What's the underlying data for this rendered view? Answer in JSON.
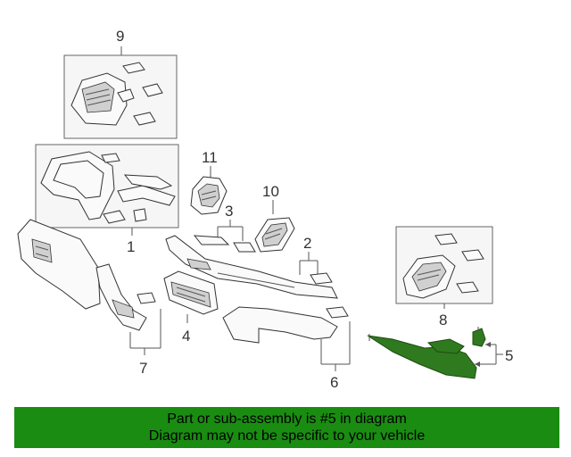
{
  "callouts": {
    "p1": "1",
    "p2": "2",
    "p3": "3",
    "p4": "4",
    "p5": "5",
    "p6": "6",
    "p7": "7",
    "p8": "8",
    "p9": "9",
    "p10": "10",
    "p11": "11"
  },
  "highlight_color": "#2f7a1e",
  "banner": {
    "line1": "Part or sub-assembly is #5 in diagram",
    "line2": "Diagram may not be specific to your vehicle",
    "background": "#1a8c12"
  }
}
